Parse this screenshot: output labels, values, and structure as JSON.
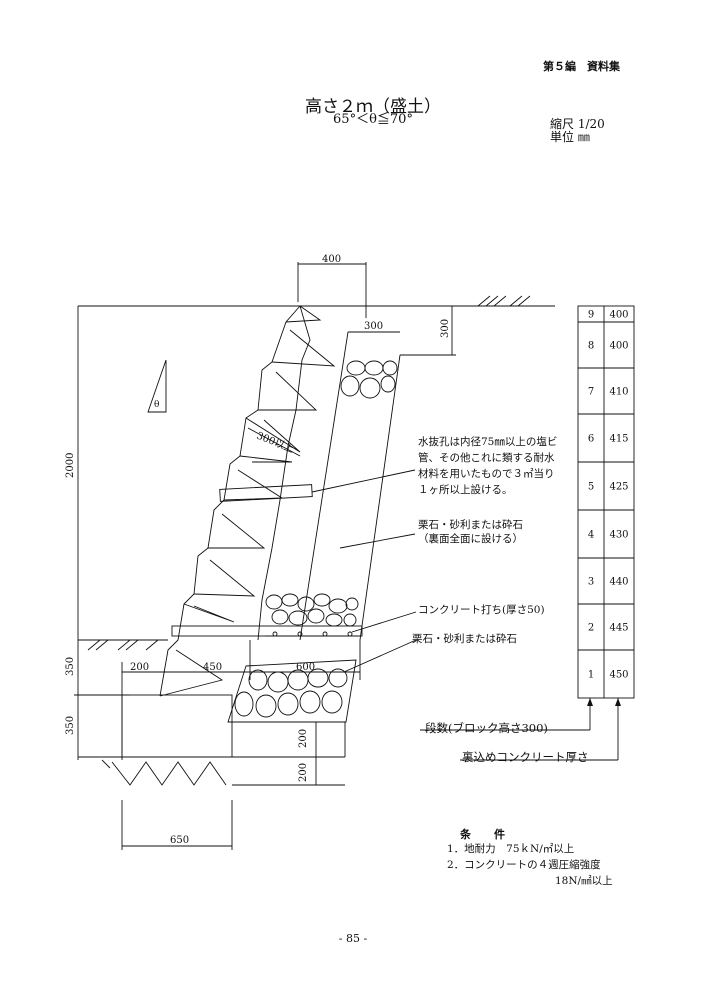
{
  "header": {
    "chapter": "第５編　資料集"
  },
  "title": {
    "main": "高さ２ｍ（盛土）",
    "condition": "65°＜θ≦70°"
  },
  "scale": {
    "ratio": "縮尺 1/20",
    "unit": "単位 ㎜"
  },
  "dimensions": {
    "top_block_width": "400",
    "gravel_top_width": "300",
    "gravel_top_height": "300",
    "total_height": "2000",
    "drain_spacing": "300以上",
    "angle_symbol": "θ",
    "base_toe": "200",
    "base_width": "450",
    "foundation_width": "600",
    "height_350_upper": "350",
    "height_350_lower": "350",
    "concrete_base_200": "200",
    "gravel_base_200": "200",
    "footing_width": "650"
  },
  "annotations": {
    "drain_note": [
      "水抜孔は内径75㎜以上の塩ビ",
      "管、その他これに類する耐水",
      "材料を用いたもので３㎡当り",
      "１ヶ所以上設ける。"
    ],
    "backfill_note": [
      "栗石・砂利または砕石",
      "（裏面全面に設ける）"
    ],
    "concrete_note": "コンクリート打ち(厚さ50)",
    "base_gravel_note": "栗石・砂利または砕石"
  },
  "table": {
    "rows": [
      {
        "stage": "9",
        "value": "400"
      },
      {
        "stage": "8",
        "value": "400"
      },
      {
        "stage": "7",
        "value": "410"
      },
      {
        "stage": "6",
        "value": "415"
      },
      {
        "stage": "5",
        "value": "425"
      },
      {
        "stage": "4",
        "value": "430"
      },
      {
        "stage": "3",
        "value": "440"
      },
      {
        "stage": "2",
        "value": "445"
      },
      {
        "stage": "1",
        "value": "450"
      }
    ],
    "label_stage": "段数(ブロック高さ300)",
    "label_thickness": "裏込めコンクリート厚さ"
  },
  "conditions": {
    "title": "条　件",
    "items": [
      "1．地耐力　75ｋN/㎡以上",
      "2．コンクリートの４週圧縮強度",
      "18N/㎟以上"
    ]
  },
  "page_number": "- 85 -"
}
